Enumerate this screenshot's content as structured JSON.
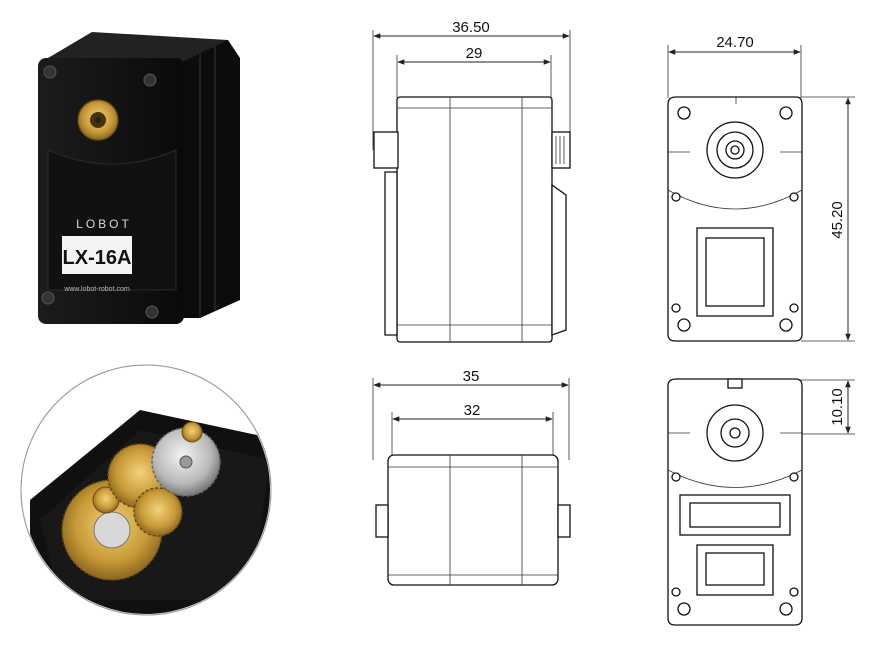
{
  "product_photo": {
    "brand": "LOBOT",
    "model": "LX-16A",
    "website": "www.lobot-robot.com"
  },
  "dimensions": {
    "side_total_width": "36.50",
    "side_body_width": "29",
    "front_width": "24.70",
    "front_height": "45.20",
    "bottom_total_width": "35",
    "bottom_body_width": "32",
    "shaft_offset": "10.10"
  },
  "colors": {
    "servo_body": "#141414",
    "gear_brass": "#c8a040",
    "gear_silver": "#c8c8c8",
    "drawing_line": "#222222"
  }
}
